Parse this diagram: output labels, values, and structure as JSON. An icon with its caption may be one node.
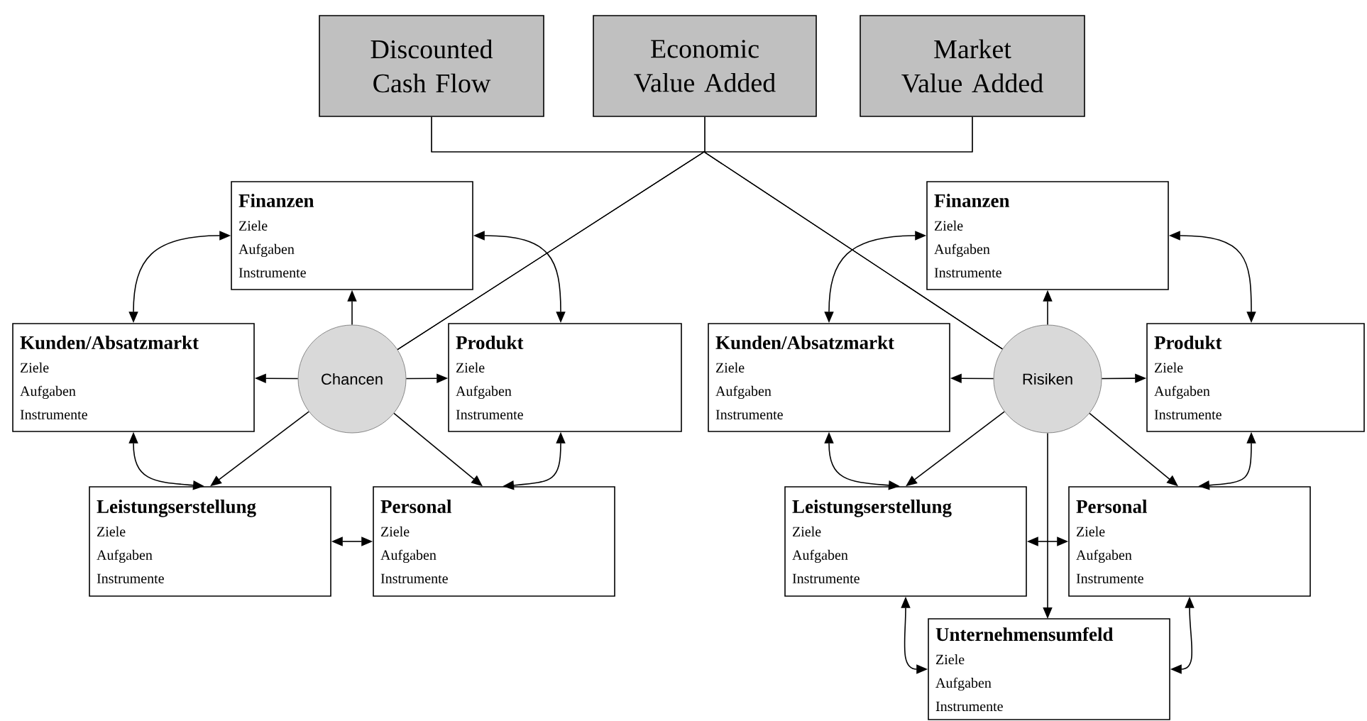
{
  "diagram": {
    "nodes": [
      {
        "text": [
          "Discounted Cash Flow"
        ]
      },
      {
        "text": [
          "Economic Value Added"
        ]
      },
      {
        "text": [
          "Market Value Added"
        ]
      },
      {
        "text": [
          "Finanzen",
          "Ziele",
          "Aufgaben",
          "Instrumente"
        ]
      },
      {
        "text": [
          "Kunden/Absatzmarkt",
          "Ziele",
          "Aufgaben",
          "Instrumente"
        ]
      },
      {
        "text": [
          "Chancen"
        ]
      },
      {
        "text": [
          "Produkt",
          "Ziele",
          "Aufgaben",
          "Instrumente"
        ]
      },
      {
        "text": [
          "Leistungserstellung",
          "Ziele",
          "Aufgaben",
          "Instrumente"
        ]
      },
      {
        "text": [
          "Personal",
          "Ziele",
          "Aufgaben",
          "Instrumente"
        ]
      },
      {
        "text": [
          "Finanzen",
          "Ziele",
          "Aufgaben",
          "Instrumente"
        ]
      },
      {
        "text": [
          "Kunden/Absatzmarkt",
          "Ziele",
          "Aufgaben",
          "Instrumente"
        ]
      },
      {
        "text": [
          "Risiken"
        ]
      },
      {
        "text": [
          "Produkt",
          "Ziele",
          "Aufgaben",
          "Instrumente"
        ]
      },
      {
        "text": [
          "Leistungserstellung",
          "Ziele",
          "Aufgaben",
          "Instrumente"
        ]
      },
      {
        "text": [
          "Personal",
          "Ziele",
          "Aufgaben",
          "Instrumente"
        ]
      },
      {
        "text": [
          "Unternehmensumfeld",
          "Ziele",
          "Aufgaben",
          "Instrumente"
        ]
      }
    ],
    "edges": [
      {
        "from": 0,
        "to": 5,
        "arrow": "none"
      },
      {
        "from": 0,
        "to": 11,
        "arrow": "none"
      },
      {
        "from": 1,
        "to": 5,
        "arrow": "none"
      },
      {
        "from": 1,
        "to": 11,
        "arrow": "none"
      },
      {
        "from": 2,
        "to": 5,
        "arrow": "none"
      },
      {
        "from": 2,
        "to": 11,
        "arrow": "none"
      },
      {
        "from": 5,
        "to": 3,
        "arrow": "to"
      },
      {
        "from": 5,
        "to": 4,
        "arrow": "to"
      },
      {
        "from": 5,
        "to": 6,
        "arrow": "to"
      },
      {
        "from": 5,
        "to": 7,
        "arrow": "to"
      },
      {
        "from": 5,
        "to": 8,
        "arrow": "to"
      },
      {
        "from": 3,
        "to": 4,
        "arrow": "both"
      },
      {
        "from": 3,
        "to": 6,
        "arrow": "both"
      },
      {
        "from": 4,
        "to": 7,
        "arrow": "both"
      },
      {
        "from": 6,
        "to": 8,
        "arrow": "both"
      },
      {
        "from": 7,
        "to": 8,
        "arrow": "both"
      },
      {
        "from": 11,
        "to": 9,
        "arrow": "to"
      },
      {
        "from": 11,
        "to": 10,
        "arrow": "to"
      },
      {
        "from": 11,
        "to": 12,
        "arrow": "to"
      },
      {
        "from": 11,
        "to": 13,
        "arrow": "to"
      },
      {
        "from": 11,
        "to": 14,
        "arrow": "to"
      },
      {
        "from": 11,
        "to": 15,
        "arrow": "to"
      },
      {
        "from": 9,
        "to": 10,
        "arrow": "both"
      },
      {
        "from": 9,
        "to": 12,
        "arrow": "both"
      },
      {
        "from": 10,
        "to": 13,
        "arrow": "both"
      },
      {
        "from": 12,
        "to": 14,
        "arrow": "both"
      },
      {
        "from": 13,
        "to": 14,
        "arrow": "both"
      },
      {
        "from": 13,
        "to": 15,
        "arrow": "both"
      },
      {
        "from": 14,
        "to": 15,
        "arrow": "both"
      }
    ]
  }
}
